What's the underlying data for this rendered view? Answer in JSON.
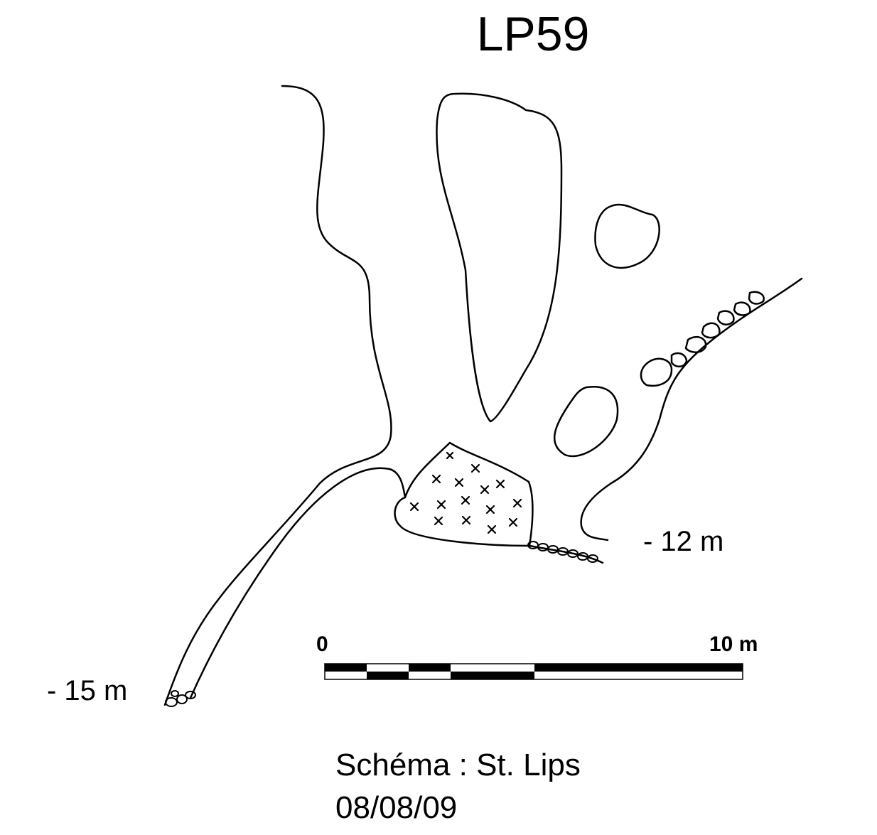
{
  "title": "LP59",
  "depth_labels": {
    "right": "- 12 m",
    "left": "- 15 m"
  },
  "scale_bar": {
    "start_label": "0",
    "end_label": "10 m"
  },
  "credit": {
    "author": "Schéma : St. Lips",
    "date": "08/08/09"
  },
  "colors": {
    "ink": "#000000",
    "paper": "#ffffff"
  }
}
